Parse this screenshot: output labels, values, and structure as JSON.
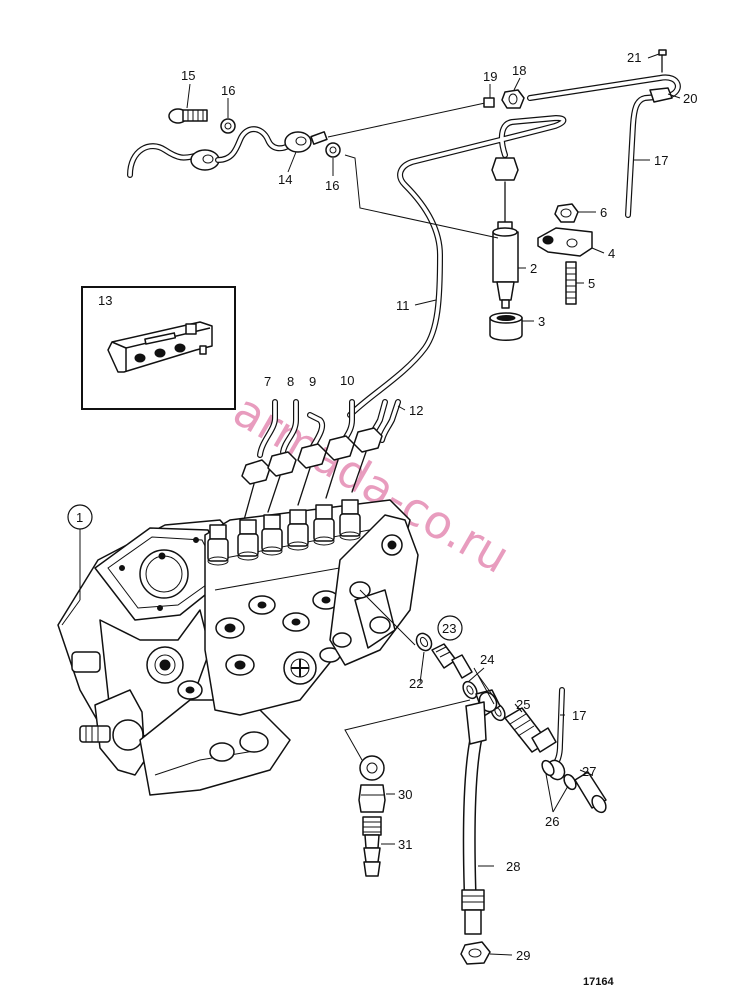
{
  "figure_number": "17164",
  "watermark": "armada-co.ru",
  "callouts": {
    "c1": "1",
    "c2": "2",
    "c3": "3",
    "c4": "4",
    "c5": "5",
    "c6": "6",
    "c7": "7",
    "c8": "8",
    "c9": "9",
    "c10": "10",
    "c11": "11",
    "c12": "12",
    "c13": "13",
    "c14": "14",
    "c15": "15",
    "c16a": "16",
    "c16b": "16",
    "c17a": "17",
    "c17b": "17",
    "c18": "18",
    "c19": "19",
    "c20": "20",
    "c21": "21",
    "c22": "22",
    "c23": "23",
    "c24": "24",
    "c25": "25",
    "c26": "26",
    "c27": "27",
    "c28": "28",
    "c29": "29",
    "c30": "30",
    "c31": "31"
  }
}
